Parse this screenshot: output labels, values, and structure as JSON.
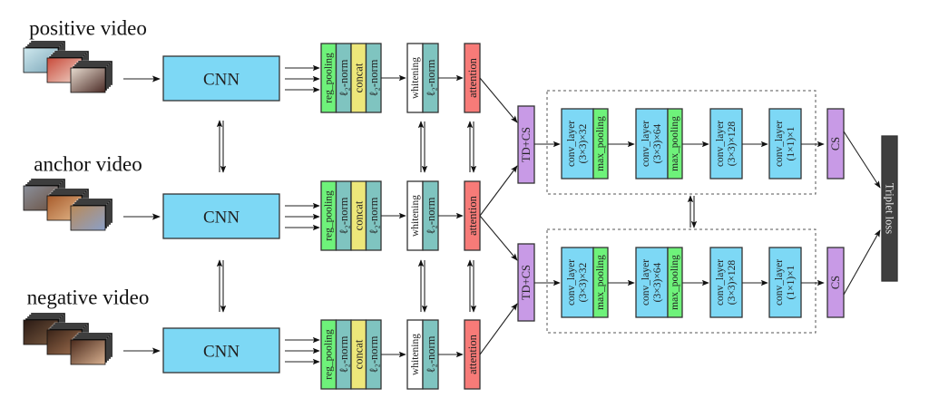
{
  "branches": [
    {
      "id": "positive",
      "title": "positive video"
    },
    {
      "id": "anchor",
      "title": "anchor video"
    },
    {
      "id": "negative",
      "title": "negative video"
    }
  ],
  "cnn_label": "CNN",
  "aggregation_module": [
    "reg_pooling",
    "ℓ₂-norm",
    "concat",
    "ℓ₂-norm"
  ],
  "whitening_module": [
    "whitening",
    "ℓ₂-norm"
  ],
  "attention_label": "attention",
  "td_cs_label": "TD+CS",
  "conv_stack": [
    {
      "line1": "conv_layer",
      "line2": "(3×3)×32",
      "pool": "max_pooling"
    },
    {
      "line1": "conv_layer",
      "line2": "(3×3)×64",
      "pool": "max_pooling"
    },
    {
      "line1": "conv_layer",
      "line2": "(3×3)×128",
      "pool": null
    },
    {
      "line1": "conv_layer",
      "line2": "(1×1)×1",
      "pool": null
    }
  ],
  "cs_label": "CS",
  "loss_label": "Triplet loss",
  "colors": {
    "cnn": "#7dd8f5",
    "reg_pooling": "#6ef27a",
    "l2_norm": "#7fc4c0",
    "concat": "#ede77a",
    "whitening": "#ffffff",
    "attention": "#f77b78",
    "td_cs": "#c89ae6",
    "conv": "#7dd8f5",
    "max_pooling": "#6ef27a",
    "loss": "#3f3f3f"
  }
}
